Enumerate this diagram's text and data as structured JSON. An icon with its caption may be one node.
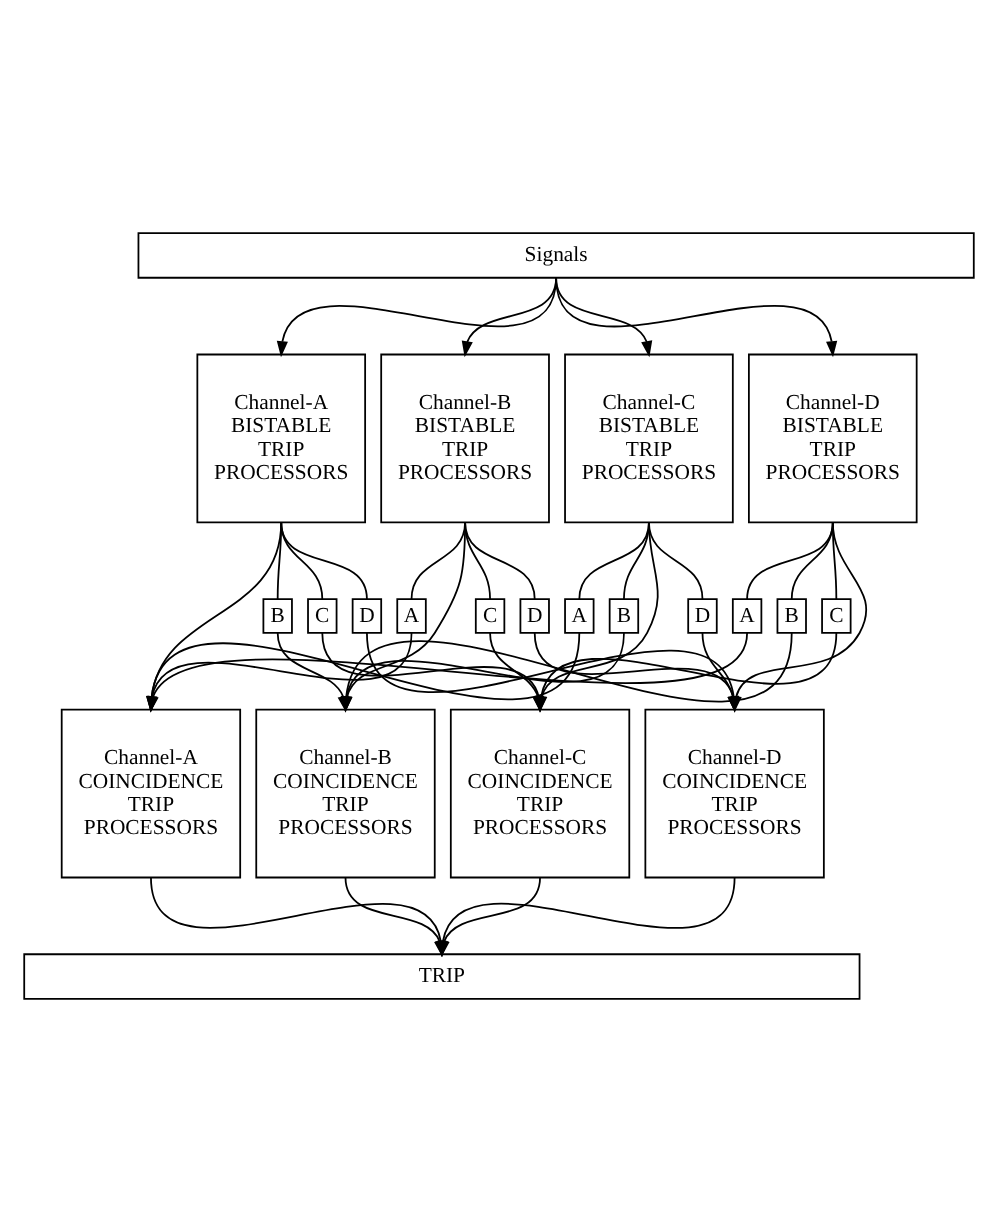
{
  "diagram": {
    "nodes": [
      {
        "text": [
          "Signals"
        ]
      },
      {
        "text": [
          "Channel-A",
          "BISTABLE TRIP PROCESSORS"
        ]
      },
      {
        "text": [
          "Channel-B",
          "BISTABLE TRIP PROCESSORS"
        ]
      },
      {
        "text": [
          "Channel-C",
          "BISTABLE TRIP PROCESSORS"
        ]
      },
      {
        "text": [
          "Channel-D",
          "BISTABLE TRIP PROCESSORS"
        ]
      },
      {
        "text": [
          "B"
        ]
      },
      {
        "text": [
          "C"
        ]
      },
      {
        "text": [
          "D"
        ]
      },
      {
        "text": [
          "A"
        ]
      },
      {
        "text": [
          "C"
        ]
      },
      {
        "text": [
          "D"
        ]
      },
      {
        "text": [
          "A"
        ]
      },
      {
        "text": [
          "B"
        ]
      },
      {
        "text": [
          "D"
        ]
      },
      {
        "text": [
          "A"
        ]
      },
      {
        "text": [
          "B"
        ]
      },
      {
        "text": [
          "C"
        ]
      },
      {
        "text": [
          "Channel-A",
          "COINCIDENCE TRIP PROCESSORS"
        ]
      },
      {
        "text": [
          "Channel-B",
          "COINCIDENCE TRIP PROCESSORS"
        ]
      },
      {
        "text": [
          "Channel-C",
          "COINCIDENCE TRIP PROCESSORS"
        ]
      },
      {
        "text": [
          "Channel-D",
          "COINCIDENCE TRIP PROCESSORS"
        ]
      },
      {
        "text": [
          "TRIP"
        ]
      }
    ],
    "edges": [
      {
        "from": 0,
        "to": 1,
        "arrow": "to"
      },
      {
        "from": 0,
        "to": 2,
        "arrow": "to"
      },
      {
        "from": 0,
        "to": 3,
        "arrow": "to"
      },
      {
        "from": 0,
        "to": 4,
        "arrow": "to"
      },
      {
        "from": 1,
        "to": 5,
        "arrow": "none"
      },
      {
        "from": 1,
        "to": 6,
        "arrow": "none"
      },
      {
        "from": 1,
        "to": 7,
        "arrow": "none"
      },
      {
        "from": 2,
        "to": 8,
        "arrow": "none"
      },
      {
        "from": 2,
        "to": 9,
        "arrow": "none"
      },
      {
        "from": 2,
        "to": 10,
        "arrow": "none"
      },
      {
        "from": 3,
        "to": 11,
        "arrow": "none"
      },
      {
        "from": 3,
        "to": 12,
        "arrow": "none"
      },
      {
        "from": 3,
        "to": 13,
        "arrow": "none"
      },
      {
        "from": 4,
        "to": 14,
        "arrow": "none"
      },
      {
        "from": 4,
        "to": 15,
        "arrow": "none"
      },
      {
        "from": 4,
        "to": 16,
        "arrow": "none"
      },
      {
        "from": 1,
        "to": 17,
        "arrow": "to"
      },
      {
        "from": 2,
        "to": 18,
        "arrow": "to"
      },
      {
        "from": 3,
        "to": 19,
        "arrow": "to"
      },
      {
        "from": 4,
        "to": 20,
        "arrow": "to"
      },
      {
        "from": 5,
        "to": 18,
        "arrow": "to"
      },
      {
        "from": 6,
        "to": 19,
        "arrow": "to"
      },
      {
        "from": 7,
        "to": 20,
        "arrow": "to"
      },
      {
        "from": 8,
        "to": 17,
        "arrow": "to"
      },
      {
        "from": 9,
        "to": 19,
        "arrow": "to"
      },
      {
        "from": 10,
        "to": 20,
        "arrow": "to"
      },
      {
        "from": 11,
        "to": 17,
        "arrow": "to"
      },
      {
        "from": 12,
        "to": 18,
        "arrow": "to"
      },
      {
        "from": 13,
        "to": 20,
        "arrow": "to"
      },
      {
        "from": 14,
        "to": 17,
        "arrow": "to"
      },
      {
        "from": 15,
        "to": 18,
        "arrow": "to"
      },
      {
        "from": 16,
        "to": 19,
        "arrow": "to"
      },
      {
        "from": 17,
        "to": 21,
        "arrow": "to"
      },
      {
        "from": 18,
        "to": 21,
        "arrow": "to"
      },
      {
        "from": 19,
        "to": 21,
        "arrow": "to"
      },
      {
        "from": 20,
        "to": 21,
        "arrow": "to"
      }
    ]
  }
}
